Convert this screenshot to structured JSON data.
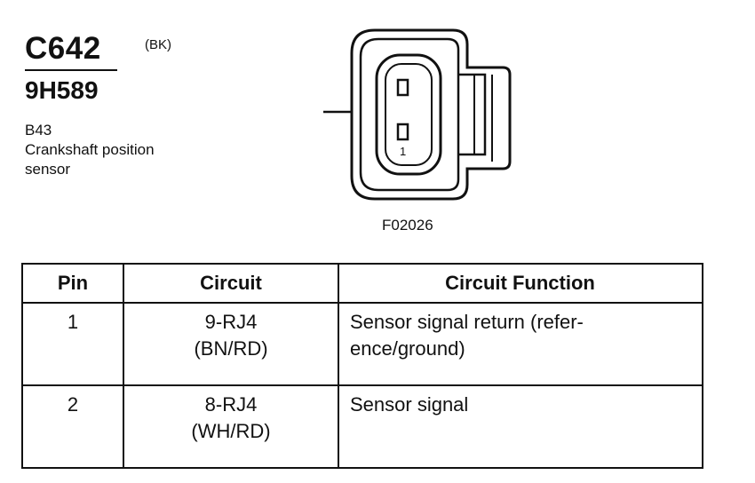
{
  "connector": {
    "code": "C642",
    "color": "(BK)",
    "part_number": "9H589",
    "ref": "B43",
    "description_line1": "Crankshaft position",
    "description_line2": "sensor"
  },
  "diagram": {
    "pin_label": "1",
    "figure_id": "F02026"
  },
  "table": {
    "headers": {
      "pin": "Pin",
      "circuit": "Circuit",
      "function": "Circuit Function"
    },
    "rows": [
      {
        "pin": "1",
        "circuit_line1": "9-RJ4",
        "circuit_line2": "(BN/RD)",
        "function_line1": "Sensor signal return (refer-",
        "function_line2": "ence/ground)"
      },
      {
        "pin": "2",
        "circuit_line1": "8-RJ4",
        "circuit_line2": "(WH/RD)",
        "function_line1": "Sensor signal",
        "function_line2": ""
      }
    ]
  }
}
